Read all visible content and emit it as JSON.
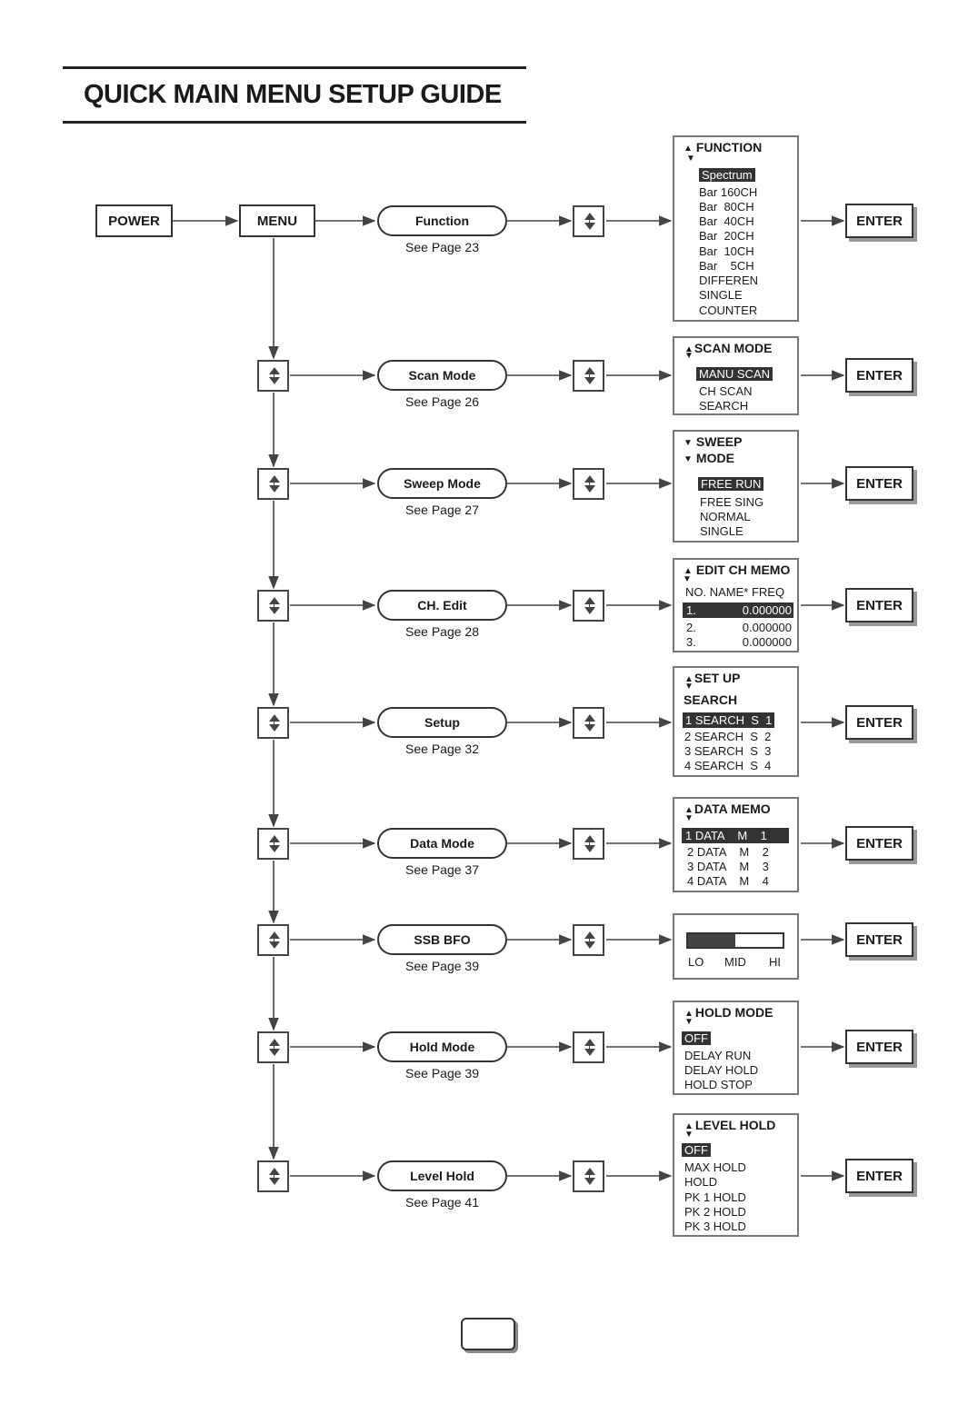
{
  "title": "QUICK MAIN MENU SETUP GUIDE",
  "power_label": "POWER",
  "menu_label": "MENU",
  "enter_label": "ENTER",
  "rows": [
    {
      "mode": "Function",
      "page": "See Page 23"
    },
    {
      "mode": "Scan Mode",
      "page": "See Page 26"
    },
    {
      "mode": "Sweep Mode",
      "page": "See Page 27"
    },
    {
      "mode": "CH. Edit",
      "page": "See Page 28"
    },
    {
      "mode": "Setup",
      "page": "See Page 32"
    },
    {
      "mode": "Data Mode",
      "page": "See Page 37"
    },
    {
      "mode": "SSB BFO",
      "page": "See Page 39"
    },
    {
      "mode": "Hold Mode",
      "page": "See Page 39"
    },
    {
      "mode": "Level Hold",
      "page": "See Page 41"
    }
  ],
  "panels": {
    "function": {
      "header": "FUNCTION",
      "selected": "Spectrum",
      "items": [
        "Bar 160CH",
        "Bar  80CH",
        "Bar  40CH",
        "Bar  20CH",
        "Bar  10CH",
        "Bar    5CH",
        "DIFFEREN",
        "SINGLE",
        "COUNTER"
      ]
    },
    "scan": {
      "header": "SCAN MODE",
      "selected": "MANU SCAN",
      "items": [
        "CH SCAN",
        "SEARCH"
      ]
    },
    "sweep": {
      "header1": "SWEEP",
      "header2": "MODE",
      "selected": "FREE RUN",
      "items": [
        "FREE SING",
        "NORMAL",
        "SINGLE"
      ]
    },
    "chedit": {
      "header": "EDIT CH MEMO",
      "columns": "NO. NAME* FREQ",
      "rows": [
        {
          "no": "1.",
          "freq": "0.000000"
        },
        {
          "no": "2.",
          "freq": "0.000000"
        },
        {
          "no": "3.",
          "freq": "0.000000"
        }
      ]
    },
    "setup": {
      "header": "SET UP",
      "subheader": "SEARCH",
      "rows": [
        "1 SEARCH  S  1",
        "2 SEARCH  S  2",
        "3 SEARCH  S  3",
        "4 SEARCH  S  4"
      ]
    },
    "data": {
      "header": "DATA MEMO",
      "rows": [
        "1 DATA    M    1",
        "2 DATA    M    2",
        "3 DATA    M    3",
        "4 DATA    M    4"
      ]
    },
    "ssb": {
      "labels": [
        "LO",
        "MID",
        "HI"
      ],
      "level_fraction": 0.5
    },
    "hold": {
      "header": "HOLD MODE",
      "selected": "OFF",
      "items": [
        "DELAY RUN",
        "DELAY HOLD",
        "HOLD STOP"
      ]
    },
    "level": {
      "header": "LEVEL HOLD",
      "selected": "OFF",
      "items": [
        "MAX HOLD",
        "HOLD",
        "PK 1 HOLD",
        "PK 2 HOLD",
        "PK 3 HOLD"
      ]
    }
  }
}
